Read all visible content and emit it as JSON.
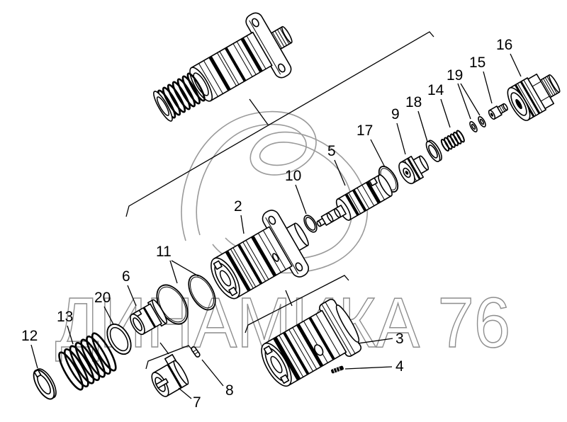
{
  "watermark": {
    "text": "ДИНАМИКА 76"
  },
  "callouts": {
    "p16": "16",
    "p15": "15",
    "p19": "19",
    "p14": "14",
    "p18": "18",
    "p9": "9",
    "p17": "17",
    "p5": "5",
    "p10": "10",
    "p2": "2",
    "p11": "11",
    "p6": "6",
    "p20": "20",
    "p13": "13",
    "p12": "12",
    "p3": "3",
    "p4": "4",
    "p8": "8",
    "p7": "7"
  }
}
